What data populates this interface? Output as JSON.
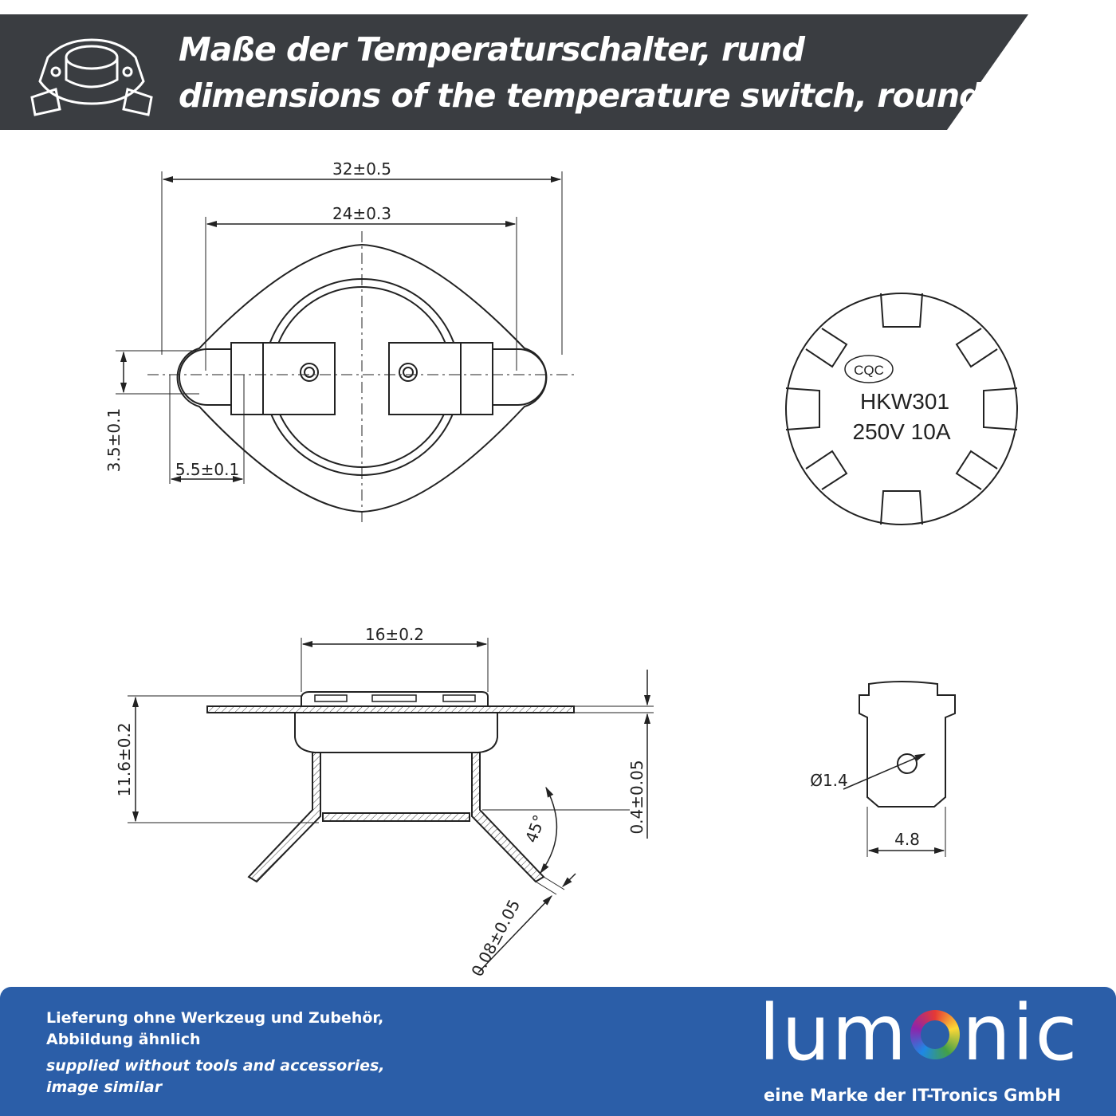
{
  "header": {
    "title_de": "Maße der Temperaturschalter, rund",
    "title_en": "dimensions of the temperature switch, round",
    "background": "#3a3d41"
  },
  "top_view": {
    "dim_overall_width": "32±0.5",
    "dim_hole_spacing": "24±0.3",
    "dim_hole_height": "3.5±0.1",
    "dim_hole_width": "5.5±0.1"
  },
  "face_view": {
    "cert_mark": "CQC",
    "model": "HKW301",
    "rating": "250V 10A"
  },
  "side_view": {
    "dim_cap_diameter": "16±0.2",
    "dim_height": "11.6±0.2",
    "dim_flange_thickness": "0.4±0.05",
    "dim_angle": "45°",
    "dim_terminal_thickness": "0.08±0.05"
  },
  "terminal_view": {
    "dim_hole_diameter": "Ø1.4",
    "dim_width": "4.8"
  },
  "footer": {
    "note_de_1": "Lieferung ohne Werkzeug und Zubehör,",
    "note_de_2": "Abbildung ähnlich",
    "note_en_1": "supplied without tools and accessories,",
    "note_en_2": "image similar",
    "brand_pre": "lum",
    "brand_post": "nic",
    "tagline": "eine Marke der IT-Tronics GmbH",
    "background": "#2b5ea8"
  },
  "icons": {
    "header_icon": "thermostat-switch-icon",
    "brand_ring": "rainbow-ring-icon"
  }
}
